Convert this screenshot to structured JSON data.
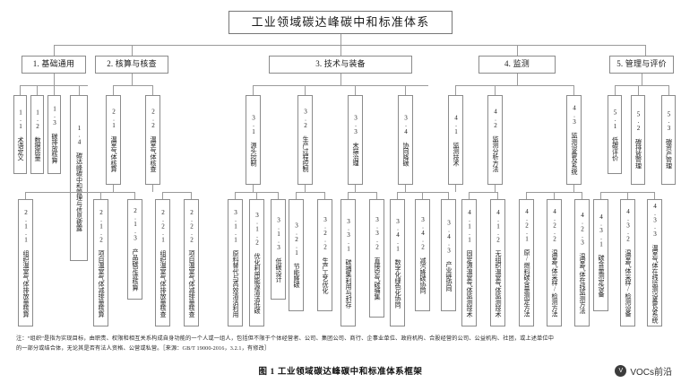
{
  "figure": {
    "root": {
      "label": "工业领域碳达峰碳中和标准体系"
    },
    "caption": "图 1  工业领域碳达峰碳中和标准体系框架",
    "footnote": "注：“组织”是指为实现目标，由职责、权限和相互关系构成自身功能的一个人或一组人，包括但不限于个体经营者、公司、集团公司、商行、企事业单位、政府机构、合股经营的公司、公益机构、社团，或上述单位中的一部分或结合体，无论其是否有法人资格、公营或私营。［来源：GB/T 19000-2016，3.2.1，有修改］",
    "watermark": {
      "text": "VOCs前沿",
      "logo_glyph": "V"
    },
    "level2": [
      {
        "id": "g1",
        "label": "1. 基础通用"
      },
      {
        "id": "g2",
        "label": "2. 核算与核查"
      },
      {
        "id": "g3",
        "label": "3. 技术与装备"
      },
      {
        "id": "g4",
        "label": "4. 监测"
      },
      {
        "id": "g5",
        "label": "5. 管理与评价"
      }
    ],
    "level3": [
      {
        "id": "l3_1_1",
        "label": "1.1 术语定义"
      },
      {
        "id": "l3_1_2",
        "label": "1.2 数据质量"
      },
      {
        "id": "l3_1_3",
        "label": "1.3 碳排放核算"
      },
      {
        "id": "l3_1_4",
        "label": "1.4 碳达峰碳中和管理与信息披露"
      },
      {
        "id": "l3_2_1",
        "label": "2.1 温室气体核算"
      },
      {
        "id": "l3_2_2",
        "label": "2.2 温室气体核查"
      },
      {
        "id": "l3_3_1",
        "label": "3.1 源头控制"
      },
      {
        "id": "l3_3_2",
        "label": "3.2 生产过程控制"
      },
      {
        "id": "l3_3_3",
        "label": "3.3 末端治理"
      },
      {
        "id": "l3_3_4",
        "label": "3.4 协同降碳"
      },
      {
        "id": "l3_4_1",
        "label": "4.1 监测技术"
      },
      {
        "id": "l3_4_2",
        "label": "4.2 监测分析方法"
      },
      {
        "id": "l3_4_3",
        "label": "4.3 监测设备及系统"
      },
      {
        "id": "l3_5_1",
        "label": "5.1 低碳评价"
      },
      {
        "id": "l3_5_2",
        "label": "5.2 碳排放管理"
      },
      {
        "id": "l3_5_3",
        "label": "5.3 碳资产管理"
      }
    ],
    "level4": [
      {
        "id": "l4_2_1_1",
        "label": "2.1.1 组织温室气体排放量核算"
      },
      {
        "id": "l4_2_1_2",
        "label": "2.1.2 项目温室气体减排量核算"
      },
      {
        "id": "l4_2_1_3",
        "label": "2.1.3 产品碳足迹核算"
      },
      {
        "id": "l4_2_2_1",
        "label": "2.2.1 组织温室气体排放量核查"
      },
      {
        "id": "l4_2_2_2",
        "label": "2.2.2 项目温室气体减排量核查"
      },
      {
        "id": "l4_3_1_1",
        "label": "3.1.1 原料替代与高效清洁利用"
      },
      {
        "id": "l4_3_1_2",
        "label": "3.1.2 优化利用能源清洁低碳"
      },
      {
        "id": "l4_3_1_3",
        "label": "3.1.3 低碳设计"
      },
      {
        "id": "l4_3_2_1",
        "label": "3.2.1 节能降碳"
      },
      {
        "id": "l4_3_2_2",
        "label": "3.2.2 生产工艺优化"
      },
      {
        "id": "l4_3_3_1",
        "label": "3.3.1 碳捕集利用与封存"
      },
      {
        "id": "l4_3_3_2",
        "label": "3.3.2 直接空气碳捕集"
      },
      {
        "id": "l4_3_4_1",
        "label": "3.4.1 数字化绿色化协同"
      },
      {
        "id": "l4_3_4_2",
        "label": "3.4.2 减污降碳协同"
      },
      {
        "id": "l4_3_4_3",
        "label": "3.4.3 产业链协同"
      },
      {
        "id": "l4_4_1_1",
        "label": "4.1.1 固定源温室气体监测技术"
      },
      {
        "id": "l4_4_1_2",
        "label": "4.1.2 无组织温室气体监测技术"
      },
      {
        "id": "l4_4_2_1",
        "label": "4.2.1 原/燃料碳含量测定方法"
      },
      {
        "id": "l4_4_2_2",
        "label": "4.2.2 温室气体采样/检测方法"
      },
      {
        "id": "l4_4_2_3",
        "label": "4.2.3 温室气体在线监测方法"
      },
      {
        "id": "l4_4_3_1",
        "label": "4.3.1 碳含量测定设备"
      },
      {
        "id": "l4_4_3_2",
        "label": "4.3.2 温室气体采样/检测设备"
      },
      {
        "id": "l4_4_3_3",
        "label": "4.3.3 温室气体在线监测设备及系统"
      }
    ]
  }
}
